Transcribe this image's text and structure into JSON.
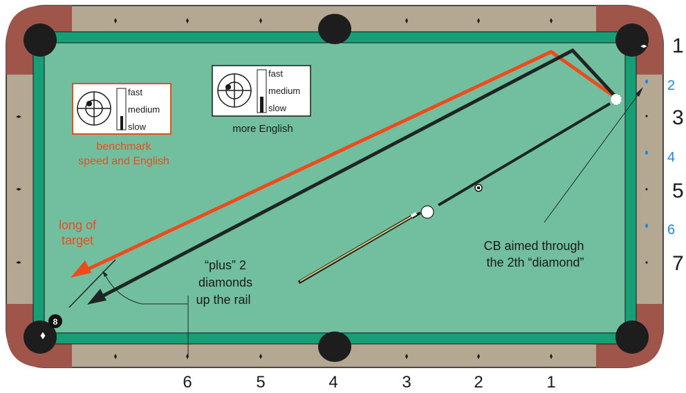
{
  "diagram": {
    "right_rail_numbers": [
      {
        "text": "1",
        "color": "#1a1a1a"
      },
      {
        "text": "2",
        "color": "#1e88d8"
      },
      {
        "text": "3",
        "color": "#1a1a1a"
      },
      {
        "text": "4",
        "color": "#1e88d8"
      },
      {
        "text": "5",
        "color": "#1a1a1a"
      },
      {
        "text": "6",
        "color": "#1e88d8"
      },
      {
        "text": "7",
        "color": "#1a1a1a"
      }
    ],
    "bottom_rail_numbers": [
      "6",
      "5",
      "4",
      "3",
      "2",
      "1"
    ],
    "benchmark_box": {
      "speed_labels": [
        "fast",
        "medium",
        "slow"
      ],
      "caption_line1": "benchmark",
      "caption_line2": "speed and English"
    },
    "more_english_box": {
      "speed_labels": [
        "fast",
        "medium",
        "slow"
      ],
      "caption": "more English"
    },
    "long_of_target": {
      "line1": "long of",
      "line2": "target"
    },
    "plus_two": {
      "line1": "“plus” 2",
      "line2": "diamonds",
      "line3": "up the rail"
    },
    "cb_aimed": {
      "line1": "CB aimed through",
      "line2": "the 2th “diamond”"
    },
    "eight_ball": "8",
    "colors": {
      "felt": "#72bf9f",
      "cushion": "#169f76",
      "rail": "#b5a893",
      "corner": "#a0554a",
      "orange_path": "#ef4a1c",
      "black_path": "#1d2624",
      "diamond_blue": "#1e88d8",
      "box_border_orange": "#ef4a1c",
      "box_border_black": "#1a1a1a"
    }
  }
}
